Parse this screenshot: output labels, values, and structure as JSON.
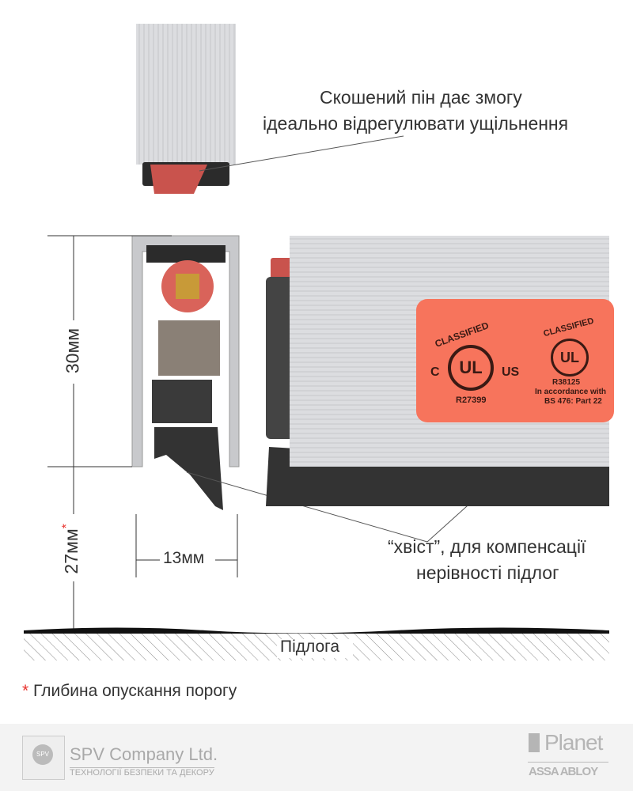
{
  "callout_top": {
    "line1": "Скошений пін дає змогу",
    "line2": "ідеально відрегулювати ущільнення"
  },
  "callout_tail": {
    "line1": "“хвіст”, для компенсації",
    "line2": "нерівності підлог"
  },
  "dimensions": {
    "height": "30мм",
    "drop": "27мм",
    "drop_mark": "*",
    "width": "13мм"
  },
  "floor_label": "Підлога",
  "footnote": {
    "mark": "*",
    "text": "Глибина опускання порогу"
  },
  "ul_label": {
    "classified": "CLASSIFIED",
    "ul": "UL",
    "c": "C",
    "us": "US",
    "code1": "R27399",
    "code2": "R38125",
    "note1": "In accordance with",
    "note2": "BS 476: Part 22"
  },
  "footer": {
    "company": "SPV Company Ltd.",
    "tagline": "ТЕХНОЛОГІЇ БЕЗПЕКИ ТА ДЕКОРУ",
    "logo_text": "SPV",
    "brand": "Planet",
    "brand_sub": "ASSA ABLOY"
  },
  "colors": {
    "accent": "#e8322d",
    "seal": "#c9534d",
    "label": "#f7745c",
    "aluminium": "#d9dadc"
  }
}
